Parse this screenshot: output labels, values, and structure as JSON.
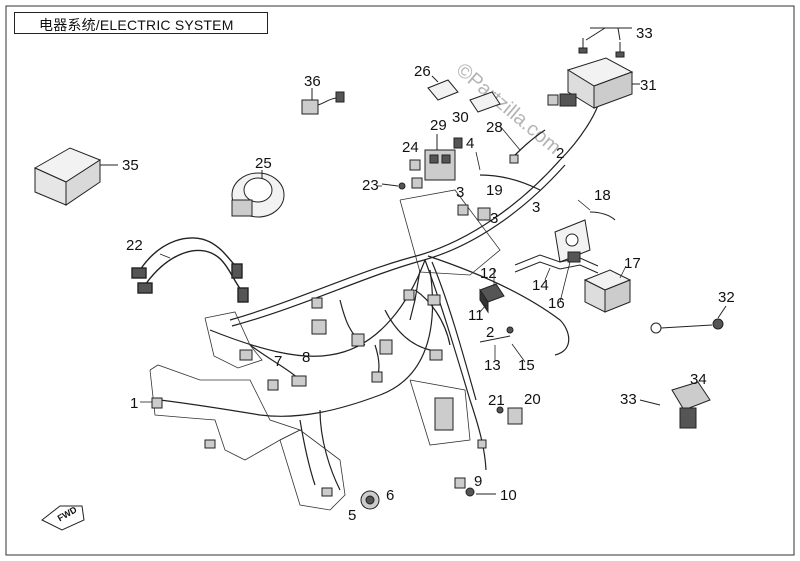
{
  "header": {
    "title": "电器系统/ELECTRIC SYSTEM"
  },
  "watermark": "©Partzilla.com",
  "fwd_label": "FWD",
  "callouts": [
    "1",
    "2",
    "2",
    "3",
    "3",
    "3",
    "4",
    "5",
    "6",
    "7",
    "8",
    "9",
    "10",
    "11",
    "12",
    "13",
    "14",
    "15",
    "16",
    "17",
    "18",
    "19",
    "20",
    "21",
    "22",
    "23",
    "24",
    "25",
    "26",
    "28",
    "29",
    "30",
    "31",
    "32",
    "33",
    "33",
    "34",
    "35",
    "36"
  ],
  "colors": {
    "line": "#222222",
    "fill_light": "#f2f2f2",
    "fill_dark": "#555555"
  }
}
